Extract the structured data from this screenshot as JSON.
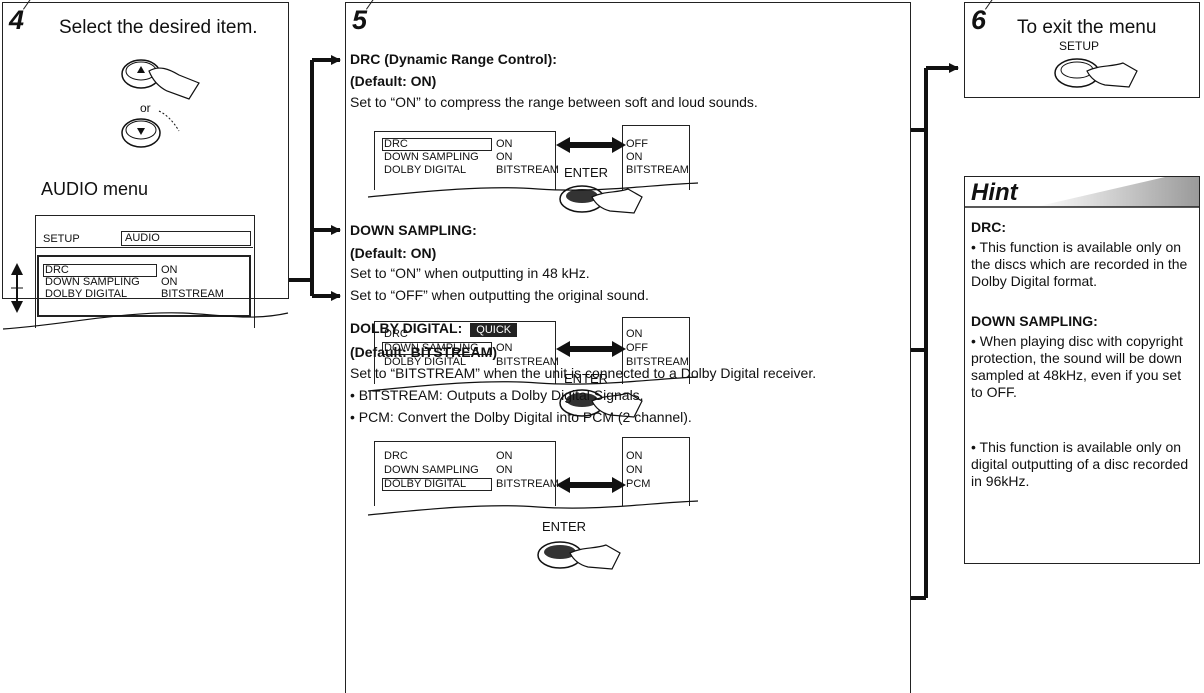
{
  "step4": {
    "number": "4",
    "title": "Select the desired item.",
    "or_label": "or",
    "menu_label": "AUDIO menu",
    "menu": {
      "setup": "SETUP",
      "tab": "AUDIO",
      "rows": [
        {
          "item": "DRC",
          "value": "ON"
        },
        {
          "item": "DOWN SAMPLING",
          "value": "ON"
        },
        {
          "item": "DOLBY DIGITAL",
          "value": "BITSTREAM"
        }
      ]
    }
  },
  "step5": {
    "number": "5",
    "drc": {
      "heading": "DRC (Dynamic Range Control):",
      "default": "(Default: ON)",
      "desc": "Set to “ON” to compress the range between soft and loud sounds.",
      "left_rows": [
        {
          "item": "DRC",
          "value": "ON"
        },
        {
          "item": "DOWN SAMPLING",
          "value": "ON"
        },
        {
          "item": "DOLBY DIGITAL",
          "value": "BITSTREAM"
        }
      ],
      "right_values": [
        "OFF",
        "ON",
        "BITSTREAM"
      ],
      "enter": "ENTER"
    },
    "down_sampling": {
      "heading": "DOWN SAMPLING:",
      "default": "(Default: ON)",
      "desc1": "Set to “ON” when outputting in 48 kHz.",
      "desc2": "Set to “OFF” when outputting the original sound.",
      "left_rows": [
        {
          "item": "DRC",
          "value": "ON"
        },
        {
          "item": "DOWN SAMPLING",
          "value": "ON"
        },
        {
          "item": "DOLBY DIGITAL",
          "value": "BITSTREAM"
        }
      ],
      "right_values": [
        "ON",
        "OFF",
        "BITSTREAM"
      ],
      "enter": "ENTER"
    },
    "dolby": {
      "heading": "DOLBY DIGITAL:",
      "quick": "QUICK",
      "default": "(Default: BITSTREAM)",
      "desc": "Set to “BITSTREAM” when the unit is connected to a Dolby Digital receiver.",
      "bullet1": "• BITSTREAM: Outputs a Dolby Digital Signals.",
      "bullet2": "• PCM: Convert the Dolby Digital into PCM (2 channel).",
      "left_rows": [
        {
          "item": "DRC",
          "value": "ON"
        },
        {
          "item": "DOWN SAMPLING",
          "value": "ON"
        },
        {
          "item": "DOLBY DIGITAL",
          "value": "BITSTREAM"
        }
      ],
      "right_values": [
        "ON",
        "ON",
        "PCM"
      ],
      "enter": "ENTER"
    }
  },
  "step6": {
    "number": "6",
    "title": "To exit the menu",
    "setup": "SETUP"
  },
  "hint": {
    "title": "Hint",
    "drc_heading": "DRC:",
    "drc_text": "• This function is available only on the discs which are recorded in the Dolby Digital format.",
    "ds_heading": "DOWN SAMPLING:",
    "ds_text1": "• When playing disc with copyright protection, the sound will be down sampled at 48kHz, even if you set to OFF.",
    "ds_text2": "• This function is available only on digital outputting of a disc recorded in 96kHz."
  }
}
